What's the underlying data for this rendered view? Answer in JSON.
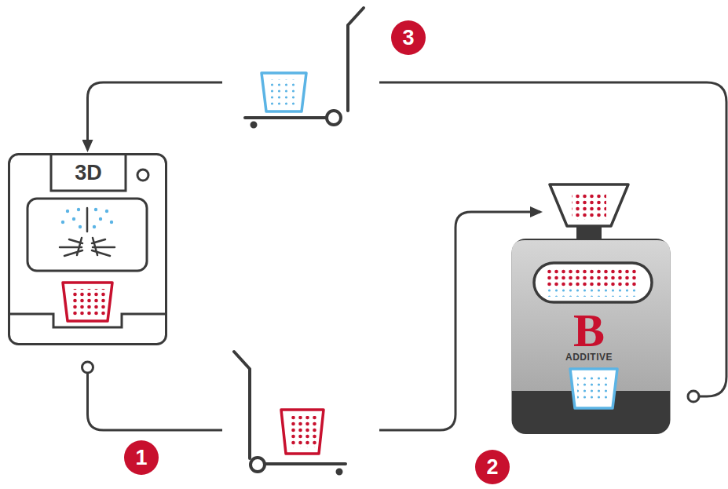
{
  "diagram": {
    "nodes": [
      {
        "text": [
          "3D"
        ]
      },
      {
        "text": [
          "B",
          "ADDITIVE"
        ]
      }
    ],
    "edges": [
      {
        "from": 0,
        "to": 1,
        "arrow": "to"
      },
      {
        "from": 1,
        "to": 0,
        "arrow": "to"
      }
    ],
    "labels": [
      "1",
      "2",
      "3"
    ]
  }
}
